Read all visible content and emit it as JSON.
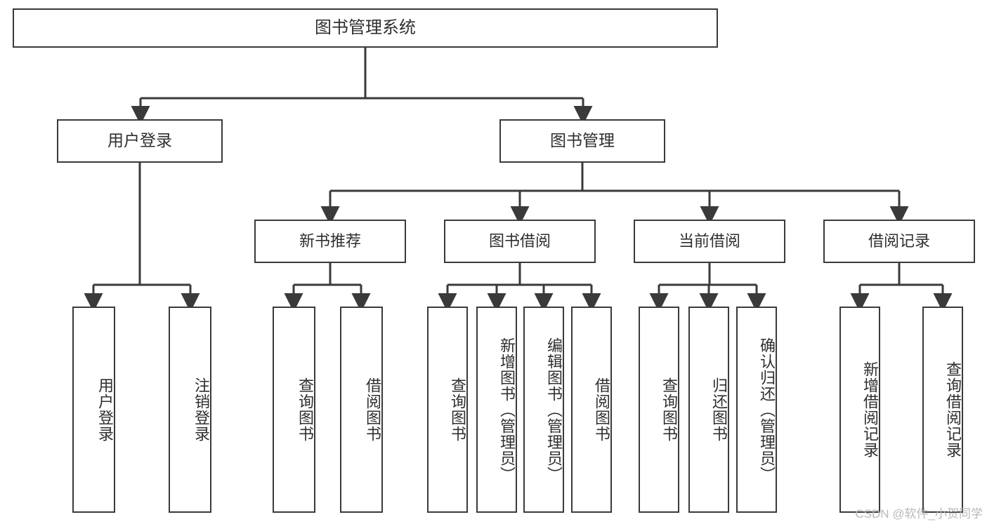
{
  "diagram": {
    "title": "图书管理系统",
    "watermark": "CSDN @软件_小贺同学",
    "root": {
      "label": "图书管理系统"
    },
    "level2": [
      {
        "label": "用户登录"
      },
      {
        "label": "图书管理"
      }
    ],
    "level3": [
      {
        "label": "新书推荐"
      },
      {
        "label": "图书借阅"
      },
      {
        "label": "当前借阅"
      },
      {
        "label": "借阅记录"
      }
    ],
    "leaves": [
      {
        "label": "用户登录",
        "parent": "用户登录"
      },
      {
        "label": "注销登录",
        "parent": "用户登录"
      },
      {
        "label": "查询图书",
        "parent": "新书推荐"
      },
      {
        "label": "借阅图书",
        "parent": "新书推荐"
      },
      {
        "label": "查询图书",
        "parent": "图书借阅"
      },
      {
        "label": "新增图书（管理员）",
        "parent": "图书借阅"
      },
      {
        "label": "编辑图书（管理员）",
        "parent": "图书借阅"
      },
      {
        "label": "借阅图书",
        "parent": "图书借阅"
      },
      {
        "label": "查询图书",
        "parent": "当前借阅"
      },
      {
        "label": "归还图书",
        "parent": "当前借阅"
      },
      {
        "label": "确认归还（管理员）",
        "parent": "当前借阅"
      },
      {
        "label": "新增借阅记录",
        "parent": "借阅记录"
      },
      {
        "label": "查询借阅记录",
        "parent": "借阅记录"
      }
    ],
    "colors": {
      "stroke": "#3a3a3a",
      "background": "#ffffff",
      "text": "#2f2f2f",
      "watermark": "#b9b9b9"
    }
  }
}
